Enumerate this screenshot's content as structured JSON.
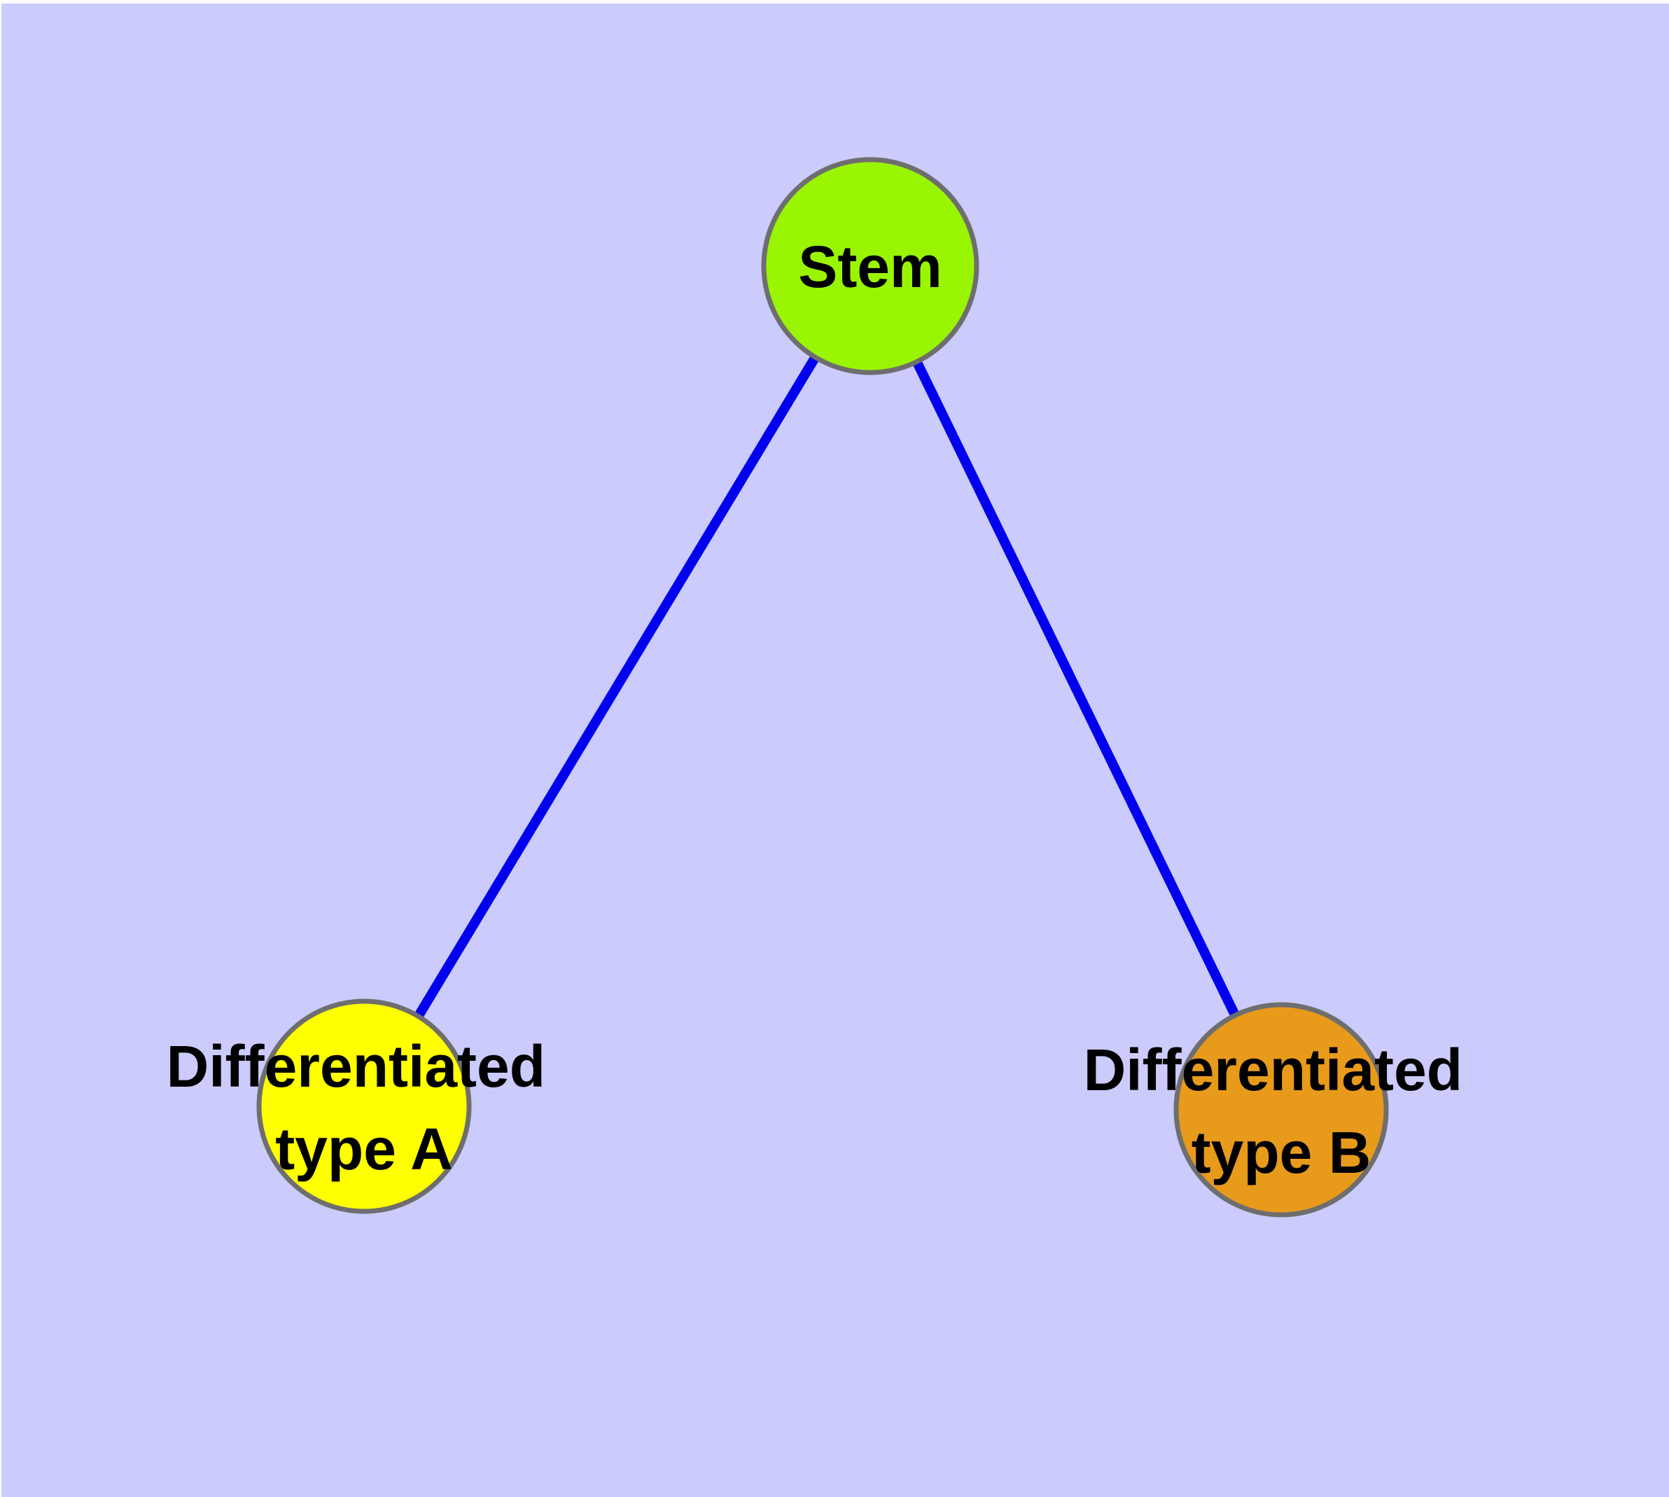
{
  "diagram": {
    "background_color": "#CBCBFC",
    "edge_color": "#0000EE",
    "node_border_color": "#6E6E6E",
    "label_color": "#000000",
    "nodes": [
      {
        "id": "stem",
        "label": "Stem",
        "lines": [
          "Stem"
        ],
        "fill": "#9AF502"
      },
      {
        "id": "differentiated-type-a",
        "label": "Differentiated type A",
        "lines": [
          "Differentiated",
          "type A"
        ],
        "fill": "#FFFF00"
      },
      {
        "id": "differentiated-type-b",
        "label": "Differentiated type B",
        "lines": [
          "Differentiated",
          "type B"
        ],
        "fill": "#E89A1B"
      }
    ],
    "edges": [
      {
        "from": "stem",
        "to": "differentiated-type-a"
      },
      {
        "from": "stem",
        "to": "differentiated-type-b"
      }
    ]
  }
}
